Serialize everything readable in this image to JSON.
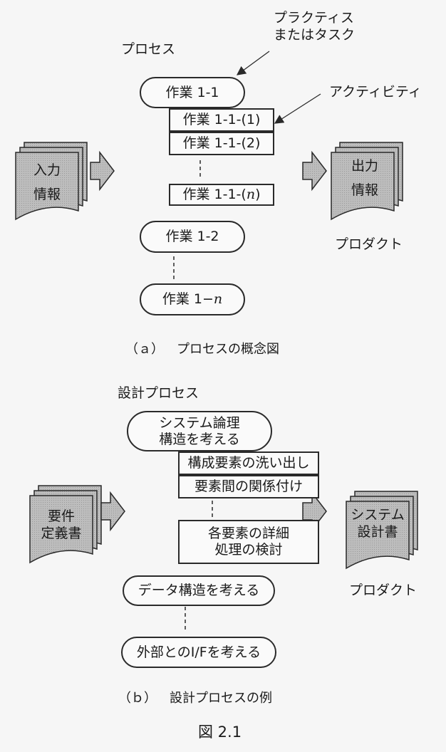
{
  "diagram_a": {
    "process_label": "プロセス",
    "practice_label_line1": "プラクティス",
    "practice_label_line2": "またはタスク",
    "activity_label": "アクティビティ",
    "task1": "作業 1-1",
    "activity1": "作業 1-1-(1)",
    "activity2": "作業 1-1-(2)",
    "activityN_prefix": "作業 1-1-(",
    "activityN_var": "n",
    "activityN_suffix": ")",
    "task2": "作業 1-2",
    "taskN_prefix": "作業 1−",
    "taskN_var": "n",
    "input_line1": "入力",
    "input_line2": "情報",
    "output_line1": "出力",
    "output_line2": "情報",
    "product_label": "プロダクト",
    "caption_tag": "（ａ）",
    "caption_text": "プロセスの概念図"
  },
  "diagram_b": {
    "process_label": "設計プロセス",
    "task1_line1": "システム論理",
    "task1_line2": "構造を考える",
    "activity1": "構成要素の洗い出し",
    "activity2": "要素間の関係付け",
    "activity3_line1": "各要素の詳細",
    "activity3_line2": "処理の検討",
    "task2": "データ構造を考える",
    "task3": "外部とのI/Fを考える",
    "input_line1": "要件",
    "input_line2": "定義書",
    "output_line1": "システム",
    "output_line2": "設計書",
    "product_label": "プロダクト",
    "caption_tag": "（ｂ）",
    "caption_text": "設計プロセスの例"
  },
  "figure_label": "図 2.1",
  "colors": {
    "doc_fill": "#b9b9b9",
    "doc_shadow": "#8a8a8a",
    "line": "#2a2a2a"
  }
}
